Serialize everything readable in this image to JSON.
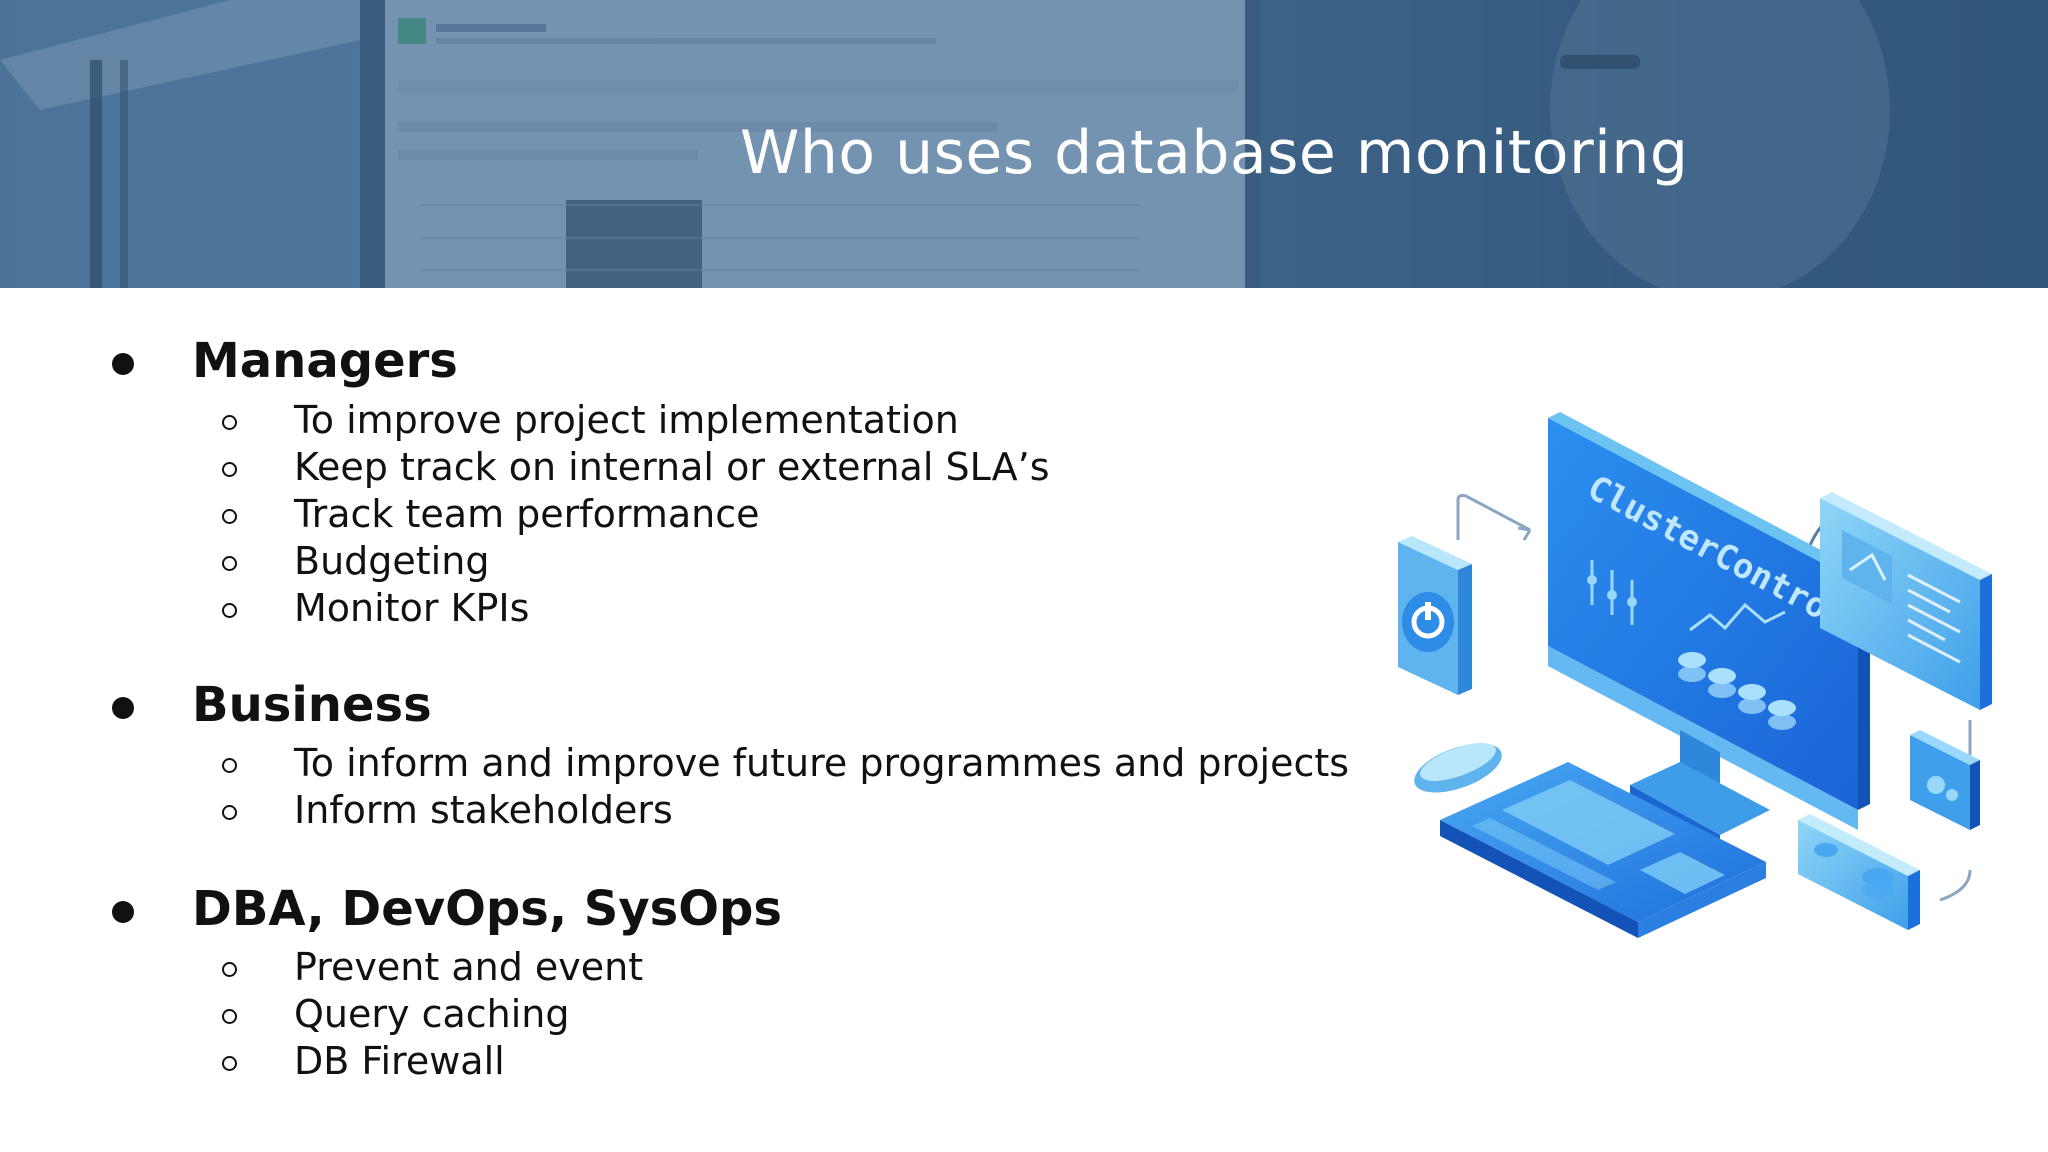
{
  "slide": {
    "title": "Who uses database monitoring"
  },
  "illustration": {
    "monitor_brand": "ClusterControl"
  },
  "groups": [
    {
      "heading": "Managers",
      "items": [
        "To improve project implementation",
        "Keep track on internal or external SLA’s",
        "Track team performance",
        "Budgeting",
        "Monitor KPIs"
      ]
    },
    {
      "heading": "Business",
      "items": [
        "To inform and improve future programmes and projects",
        "Inform stakeholders"
      ]
    },
    {
      "heading": "DBA, DevOps, SysOps",
      "items": [
        "Prevent and event",
        "Query caching",
        "DB Firewall"
      ]
    }
  ],
  "colors": {
    "text": "#111111",
    "banner_overlay": "#3f6a91",
    "illustration_primary": "#1e7be0",
    "illustration_light": "#6cc3f2"
  }
}
